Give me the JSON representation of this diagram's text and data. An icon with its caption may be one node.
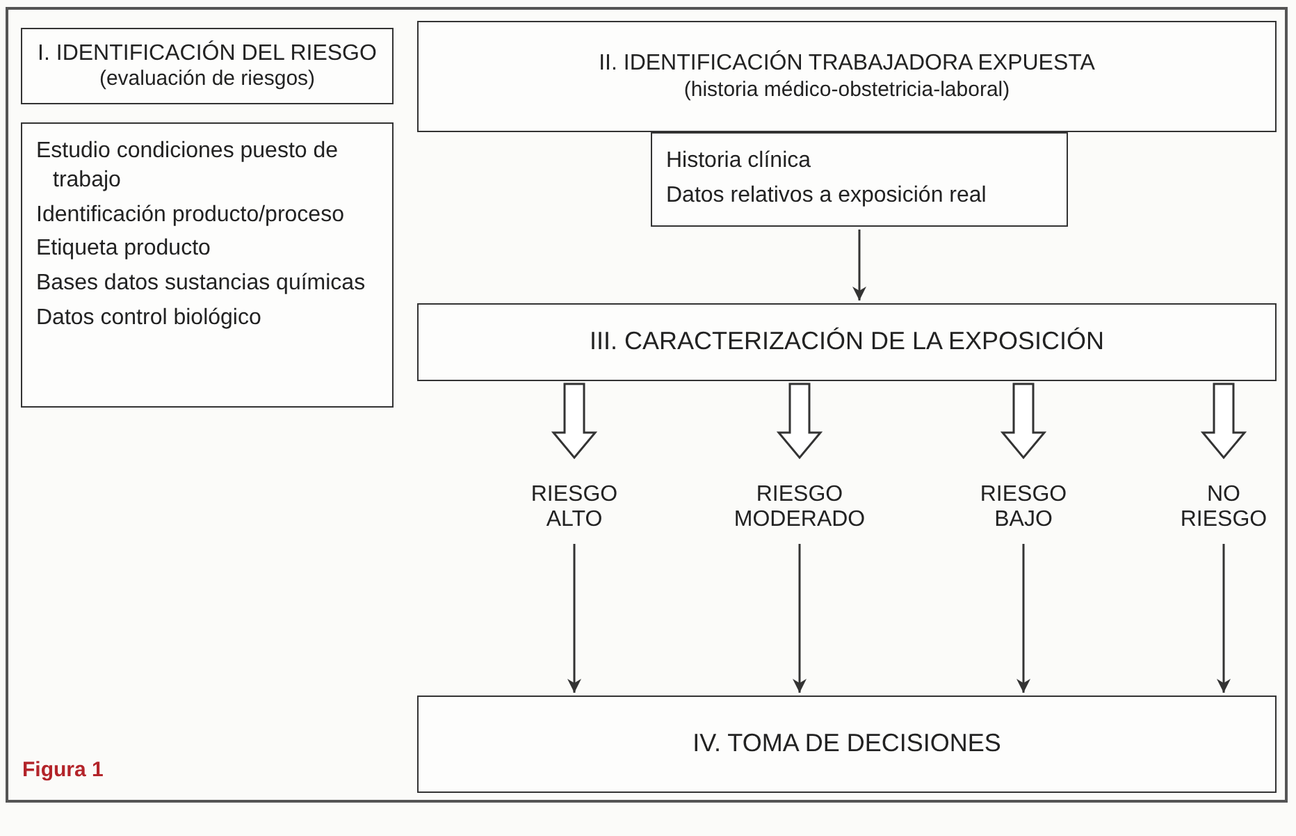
{
  "diagram": {
    "nodes": [
      {
        "text": [
          "I. IDENTIFICACIÓN DEL RIESGO",
          "(evaluación de riesgos)"
        ]
      },
      {
        "text": [
          "II. IDENTIFICACIÓN TRABAJADORA EXPUESTA",
          "(historia médico-obstetricia-laboral)"
        ]
      },
      {
        "text": [
          "Estudio condiciones puesto de trabajo",
          "Identificación producto/proceso",
          "Etiqueta producto",
          "Bases datos sustancias químicas",
          "Datos control biológico"
        ]
      },
      {
        "text": [
          "Historia clínica",
          "Datos relativos a exposición real"
        ]
      },
      {
        "text": [
          "III. CARACTERIZACIÓN DE LA EXPOSICIÓN"
        ]
      },
      {
        "text": [
          "RIESGO ALTO"
        ]
      },
      {
        "text": [
          "RIESGO MODERADO"
        ]
      },
      {
        "text": [
          "RIESGO BAJO"
        ]
      },
      {
        "text": [
          "NO RIESGO"
        ]
      },
      {
        "text": [
          "IV. TOMA DE DECISIONES"
        ]
      }
    ],
    "edges": [
      {
        "from": 3,
        "to": 4,
        "arrow": "to"
      },
      {
        "from": 4,
        "to": 5,
        "arrow": "to",
        "style": "thick"
      },
      {
        "from": 4,
        "to": 6,
        "arrow": "to",
        "style": "thick"
      },
      {
        "from": 4,
        "to": 7,
        "arrow": "to",
        "style": "thick"
      },
      {
        "from": 4,
        "to": 8,
        "arrow": "to",
        "style": "thick"
      },
      {
        "from": 5,
        "to": 9,
        "arrow": "to"
      },
      {
        "from": 6,
        "to": 9,
        "arrow": "to"
      },
      {
        "from": 7,
        "to": 9,
        "arrow": "to"
      },
      {
        "from": 8,
        "to": 9,
        "arrow": "to"
      }
    ],
    "labels": [
      "Figura 1"
    ]
  }
}
